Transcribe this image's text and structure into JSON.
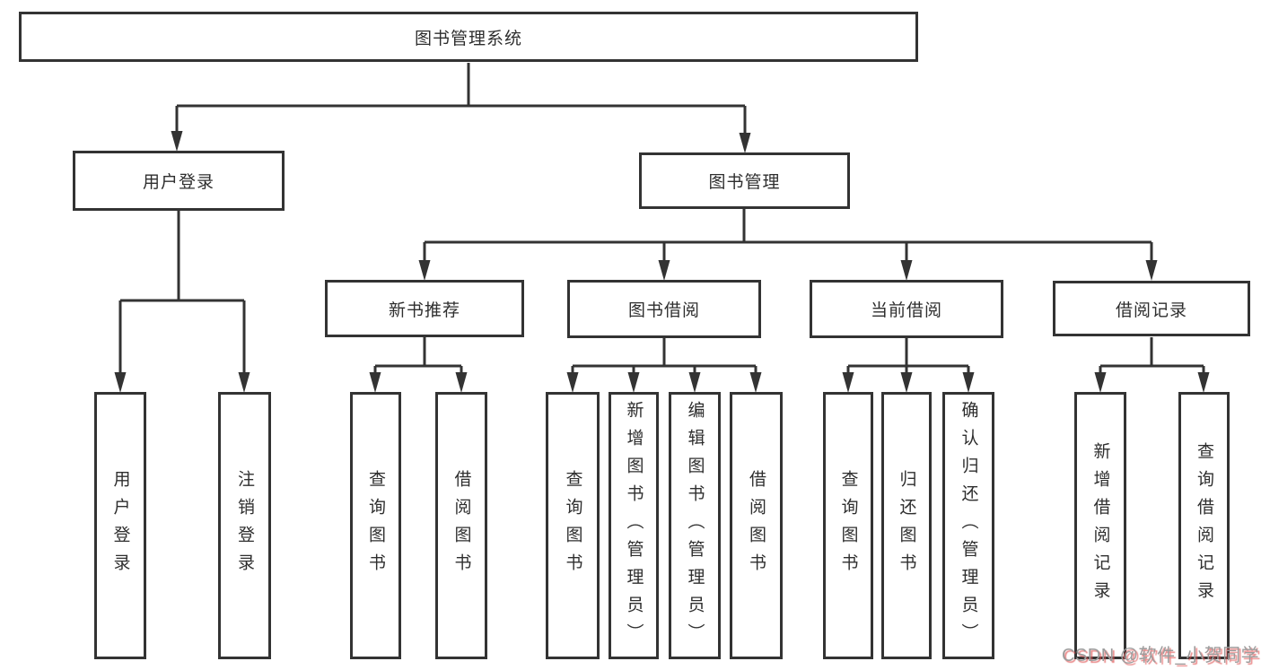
{
  "diagram": {
    "title": "图书管理系统",
    "nodes": {
      "root": "图书管理系统",
      "user_login": "用户登录",
      "book_management": "图书管理",
      "new_book_recommend": "新书推荐",
      "book_borrowing": "图书借阅",
      "current_borrowing": "当前借阅",
      "borrowing_records": "借阅记录",
      "leaf_user_login": "用户登录",
      "leaf_logout": "注销登录",
      "leaf_nbr_query_books": "查询图书",
      "leaf_nbr_borrow_books": "借阅图书",
      "leaf_bb_query_books": "查询图书",
      "leaf_bb_add_books_admin": "新增图书（管理员）",
      "leaf_bb_edit_books_admin": "编辑图书（管理员）",
      "leaf_bb_borrow_books": "借阅图书",
      "leaf_cb_query_books": "查询图书",
      "leaf_cb_return_books": "归还图书",
      "leaf_cb_confirm_return_admin": "确认归还（管理员）",
      "leaf_br_add_record": "新增借阅记录",
      "leaf_br_query_record": "查询借阅记录"
    },
    "colors": {
      "line": "#333333",
      "box_border": "#333333",
      "text": "#2e2e2e",
      "background": "#ffffff"
    }
  },
  "watermark": {
    "text": "CSDN @软件_小贺同学",
    "color": "#9c9c9c",
    "shadow_color": "#e05252"
  }
}
